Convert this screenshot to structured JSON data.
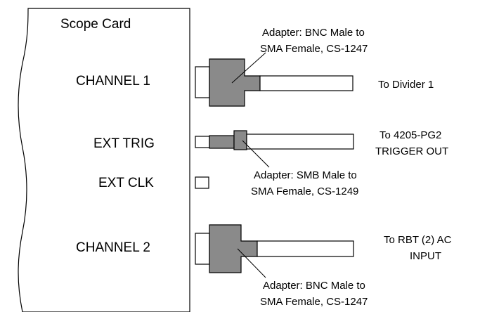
{
  "card": {
    "title": "Scope Card",
    "ports": {
      "channel1": "CHANNEL 1",
      "ext_trig": "EXT TRIG",
      "ext_clk": "EXT CLK",
      "channel2": "CHANNEL 2"
    }
  },
  "adapters": {
    "top": {
      "line1": "Adapter: BNC Male to",
      "line2": "SMA Female, CS-1247"
    },
    "middle": {
      "line1": "Adapter: SMB Male to",
      "line2": "SMA Female, CS-1249"
    },
    "bottom": {
      "line1": "Adapter: BNC Male to",
      "line2": "SMA Female, CS-1247"
    }
  },
  "destinations": {
    "divider": "To Divider 1",
    "pg2": {
      "line1": "To 4205-PG2",
      "line2": "TRIGGER OUT"
    },
    "rbt": {
      "line1": "To RBT (2) AC",
      "line2": "INPUT"
    }
  },
  "colors": {
    "adapter_fill": "#8a8a8a",
    "outline": "#000000",
    "card_fill": "#ffffff"
  }
}
